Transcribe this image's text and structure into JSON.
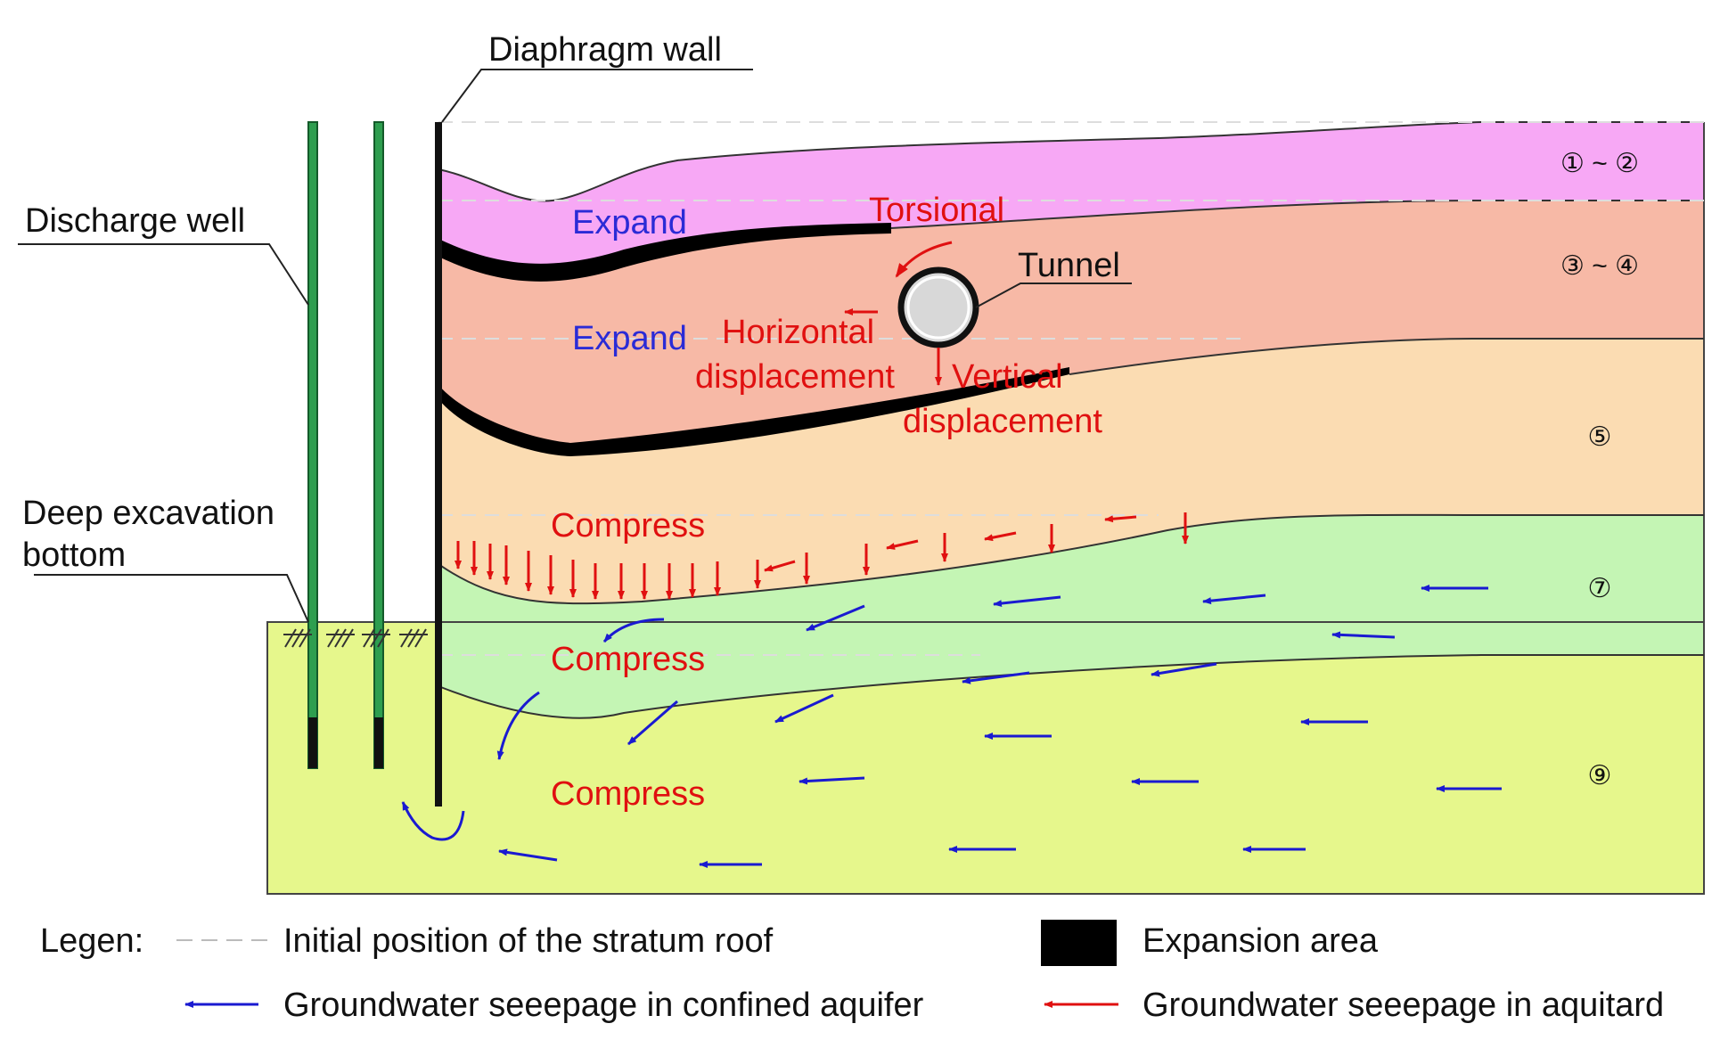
{
  "labels": {
    "diaphragm_wall": "Diaphragm wall",
    "discharge_well": "Discharge well",
    "deep_excavation_line1": "Deep excavation",
    "deep_excavation_line2": "bottom",
    "tunnel": "Tunnel",
    "torsional": "Torsional",
    "horizontal_line1": "Horizontal",
    "horizontal_line2": "displacement",
    "vertical_line1": "Vertical",
    "vertical_line2": "displacement",
    "expand_upper": "Expand",
    "expand_lower": "Expand",
    "compress_1": "Compress",
    "compress_2": "Compress",
    "compress_3": "Compress"
  },
  "layers": [
    {
      "id": "layer-1-2",
      "label": "① ~ ②",
      "color": "#f7a8f5"
    },
    {
      "id": "layer-3-4",
      "label": "③ ~ ④",
      "color": "#f7b9a6"
    },
    {
      "id": "layer-5",
      "label": "⑤",
      "color": "#fbdcb2"
    },
    {
      "id": "layer-7",
      "label": "⑦",
      "color": "#c4f5b4"
    },
    {
      "id": "layer-9",
      "label": "⑨",
      "color": "#e6f78c"
    }
  ],
  "colors": {
    "well": "#2e9e4f",
    "confined_arrow": "#1a1ad1",
    "aquitard_arrow": "#e01010",
    "expansion": "#000000"
  },
  "legend": {
    "title": "Legen:",
    "items": [
      {
        "key": "initial-position",
        "label": "Initial position of the stratum roof"
      },
      {
        "key": "expansion-area",
        "label": "Expansion area"
      },
      {
        "key": "confined-seepage",
        "label": "Groundwater seeepage in confined aquifer"
      },
      {
        "key": "aquitard-seepage",
        "label": "Groundwater seeepage in aquitard"
      }
    ]
  }
}
